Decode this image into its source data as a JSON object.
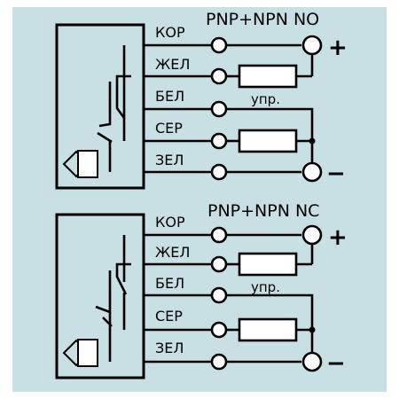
{
  "colors": {
    "background": "#c8dfe3",
    "sensor_box": "#c8dfe3",
    "line": "#000000"
  },
  "top": {
    "title": "PNP+NPN NO",
    "wires": [
      "КОР",
      "ЖЕЛ",
      "БЕЛ",
      "СЕР",
      "ЗЕЛ"
    ],
    "plus": "+",
    "minus": "−",
    "load_label": "упр."
  },
  "bottom": {
    "title": "PNP+NPN NC",
    "wires": [
      "КОР",
      "ЖЕЛ",
      "БЕЛ",
      "СЕР",
      "ЗЕЛ"
    ],
    "plus": "+",
    "minus": "−",
    "load_label": "упр."
  }
}
